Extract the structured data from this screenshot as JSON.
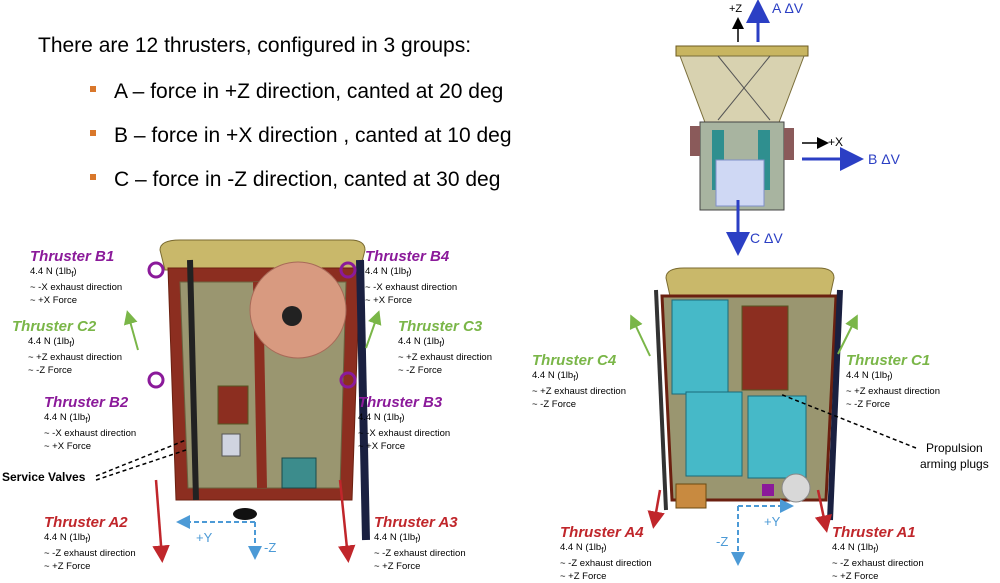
{
  "intro": "There are 12 thrusters, configured in 3 groups:",
  "bullets": [
    "A – force in +Z direction, canted at 20 deg",
    "B – force in +X direction , canted at 10 deg",
    "C – force in -Z direction, canted at 30 deg"
  ],
  "top_diagram": {
    "plus_z": "+Z",
    "plus_x": "+X",
    "a_dv": "A ΔV",
    "b_dv": "B ΔV",
    "c_dv": "C ΔV"
  },
  "spec_line": "4.4 N (1lb",
  "spec_sub": "f",
  "spec_close": ")",
  "thrusters_left": {
    "b1": {
      "name": "Thruster B1",
      "l2": "~ -X exhaust direction",
      "l3": "~ +X Force"
    },
    "b4": {
      "name": "Thruster B4",
      "l2": "~ -X exhaust direction",
      "l3": "~ +X Force"
    },
    "c2": {
      "name": "Thruster C2",
      "l2": "~ +Z exhaust direction",
      "l3": "~ -Z Force"
    },
    "c3": {
      "name": "Thruster C3",
      "l2": "~ +Z exhaust direction",
      "l3": "~ -Z Force"
    },
    "b2": {
      "name": "Thruster B2",
      "l2": "~ -X exhaust direction",
      "l3": "~ +X Force"
    },
    "b3": {
      "name": "Thruster B3",
      "l2": "~ -X exhaust direction",
      "l3": "~ +X Force"
    },
    "a2": {
      "name": "Thruster A2",
      "l2": "~ -Z exhaust direction",
      "l3": "~ +Z Force"
    },
    "a3": {
      "name": "Thruster A3",
      "l2": "~ -Z exhaust direction",
      "l3": "~ +Z Force"
    }
  },
  "thrusters_right": {
    "c4": {
      "name": "Thruster C4",
      "l2": "~ +Z exhaust direction",
      "l3": "~ -Z Force"
    },
    "c1": {
      "name": "Thruster C1",
      "l2": "~ +Z exhaust direction",
      "l3": "~ -Z Force"
    },
    "a4": {
      "name": "Thruster A4",
      "l2": "~ -Z exhaust direction",
      "l3": "~ +Z Force"
    },
    "a1": {
      "name": "Thruster A1",
      "l2": "~ -Z exhaust direction",
      "l3": "~ +Z Force"
    }
  },
  "service_valves": "Service Valves",
  "arming_plugs": [
    "Propulsion",
    "arming plugs"
  ],
  "axes_left": {
    "y": "+Y",
    "z": "-Z"
  },
  "axes_right": {
    "y": "+Y",
    "z": "-Z"
  },
  "colors": {
    "purple": "#8b1a9a",
    "green": "#7ab648",
    "red": "#c0262b",
    "blue": "#2b3fc4",
    "light_blue": "#4c9ad6",
    "bullet": "#d9772b"
  }
}
